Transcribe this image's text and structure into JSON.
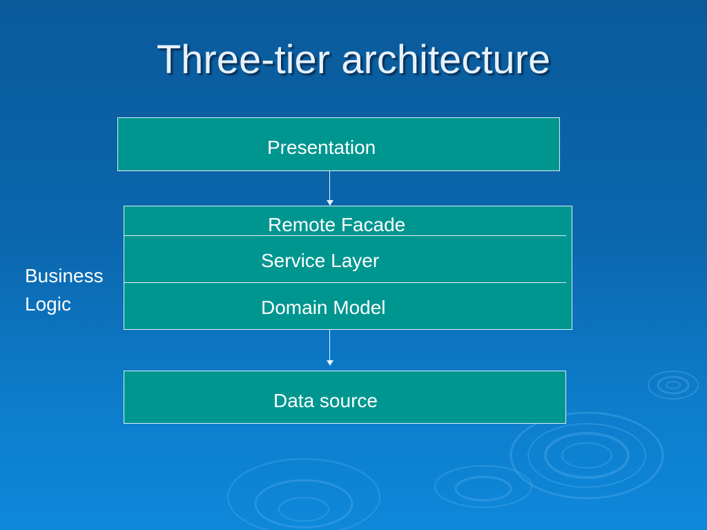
{
  "slide": {
    "title": "Three-tier architecture"
  },
  "diagram": {
    "presentation": "Presentation",
    "business_layers": [
      "Remote Facade",
      "Service Layer",
      "Domain Model"
    ],
    "business_label": [
      "Business",
      "Logic"
    ],
    "data_source": "Data source",
    "colors": {
      "background": "#0b67ad",
      "box_fill": "#009690",
      "box_border": "#dfeff6",
      "text": "#ffffff"
    }
  }
}
